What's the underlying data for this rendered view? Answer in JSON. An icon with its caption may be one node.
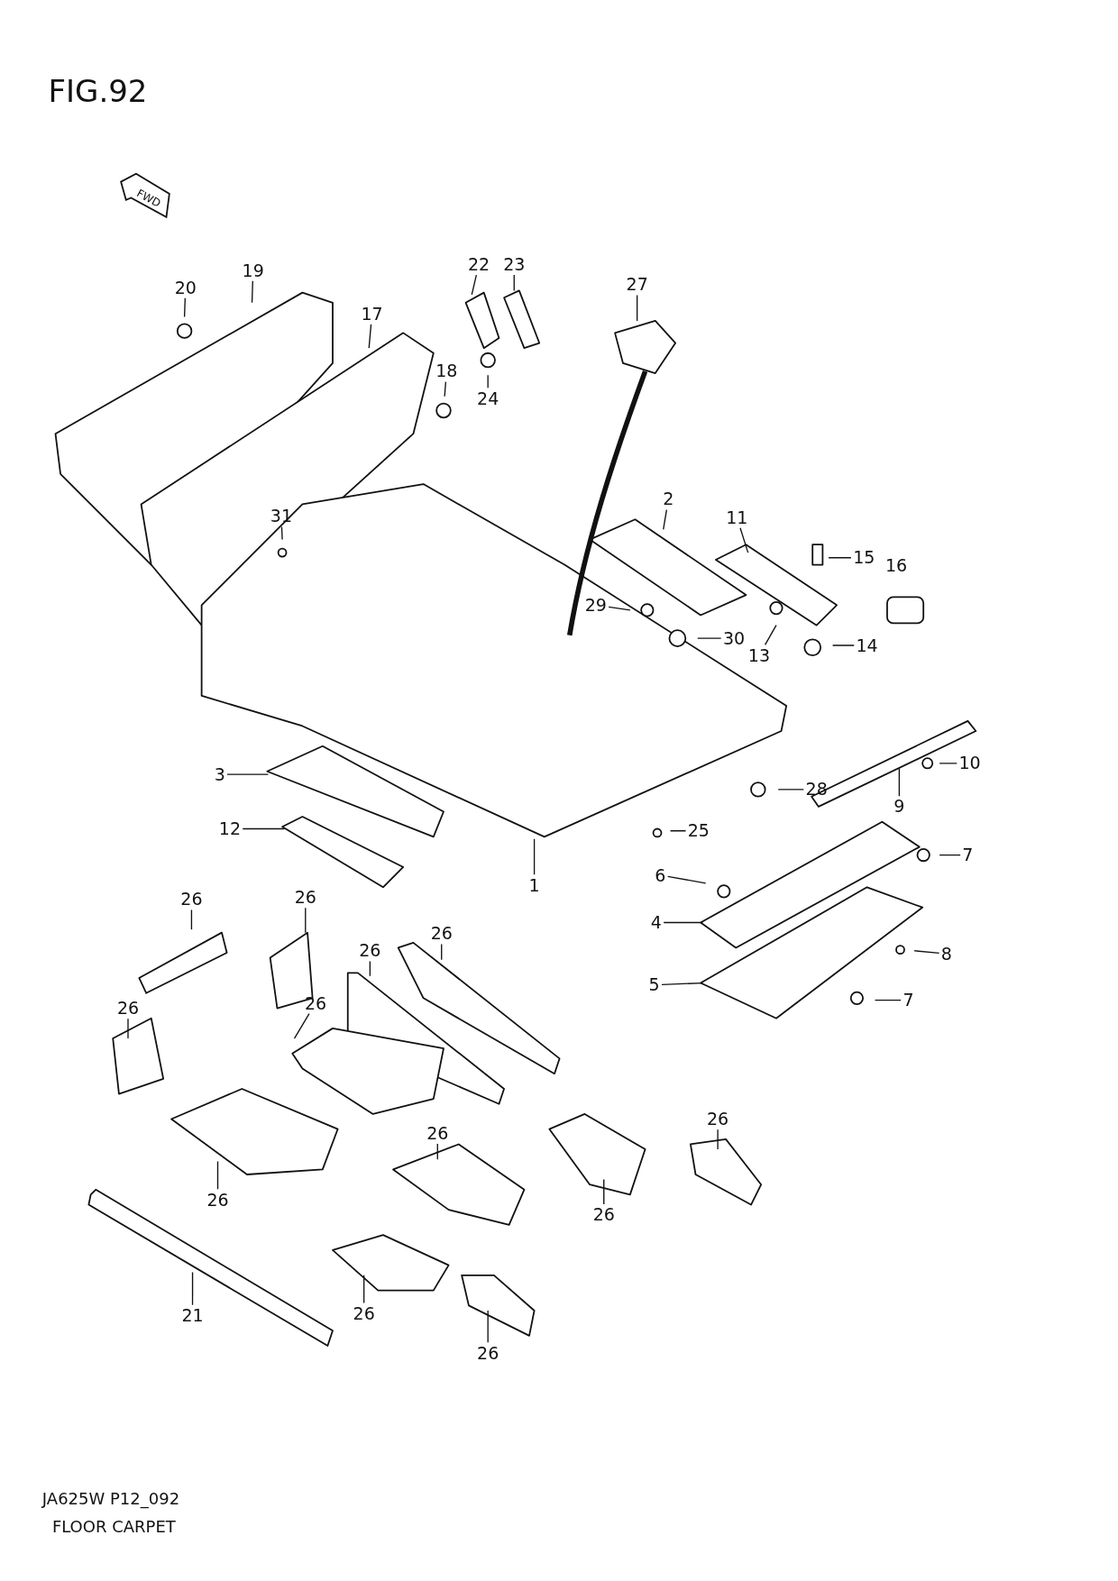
{
  "diagram": {
    "title": "FIG.92",
    "nodes": [
      {
        "text": [
          "22"
        ]
      },
      {
        "text": [
          "23"
        ]
      },
      {
        "text": [
          "19"
        ]
      },
      {
        "text": [
          "27"
        ]
      },
      {
        "text": [
          "20"
        ]
      },
      {
        "text": [
          "17"
        ]
      },
      {
        "text": [
          "18"
        ]
      },
      {
        "text": [
          "24"
        ]
      },
      {
        "text": [
          "2"
        ]
      },
      {
        "text": [
          "31"
        ]
      },
      {
        "text": [
          "11"
        ]
      },
      {
        "text": [
          "15"
        ]
      },
      {
        "text": [
          "29"
        ]
      },
      {
        "text": [
          "30"
        ]
      },
      {
        "text": [
          "14"
        ]
      },
      {
        "text": [
          "13"
        ]
      },
      {
        "text": [
          "10"
        ]
      },
      {
        "text": [
          "3"
        ]
      },
      {
        "text": [
          "28"
        ]
      },
      {
        "text": [
          "9"
        ]
      },
      {
        "text": [
          "12"
        ]
      },
      {
        "text": [
          "25"
        ]
      },
      {
        "text": [
          "7"
        ]
      },
      {
        "text": [
          "6"
        ]
      },
      {
        "text": [
          "1"
        ]
      },
      {
        "text": [
          "26"
        ]
      },
      {
        "text": [
          "26"
        ]
      },
      {
        "text": [
          "4"
        ]
      },
      {
        "text": [
          "26"
        ]
      },
      {
        "text": [
          "26"
        ]
      },
      {
        "text": [
          "8"
        ]
      },
      {
        "text": [
          "5"
        ]
      },
      {
        "text": [
          "7"
        ]
      },
      {
        "text": [
          "26"
        ]
      },
      {
        "text": [
          "26"
        ]
      },
      {
        "text": [
          "26"
        ]
      },
      {
        "text": [
          "26"
        ]
      },
      {
        "text": [
          "26"
        ]
      },
      {
        "text": [
          "26"
        ]
      },
      {
        "text": [
          "26"
        ]
      },
      {
        "text": [
          "21"
        ]
      },
      {
        "text": [
          "26"
        ]
      }
    ],
    "edges": [
      {
        "from": 0,
        "to": null,
        "arrow": "none"
      },
      {
        "from": 1,
        "to": null,
        "arrow": "none"
      },
      {
        "from": 2,
        "to": null,
        "arrow": "none"
      },
      {
        "from": 3,
        "to": null,
        "arrow": "none"
      },
      {
        "from": 4,
        "to": null,
        "arrow": "none"
      },
      {
        "from": 5,
        "to": null,
        "arrow": "none"
      },
      {
        "from": 6,
        "to": null,
        "arrow": "none"
      },
      {
        "from": 7,
        "to": null,
        "arrow": "none"
      },
      {
        "from": 8,
        "to": null,
        "arrow": "none"
      },
      {
        "from": 9,
        "to": null,
        "arrow": "none"
      },
      {
        "from": 10,
        "to": null,
        "arrow": "none"
      },
      {
        "from": 11,
        "to": null,
        "arrow": "none"
      },
      {
        "from": 12,
        "to": null,
        "arrow": "none"
      },
      {
        "from": 13,
        "to": null,
        "arrow": "none"
      },
      {
        "from": 14,
        "to": null,
        "arrow": "none"
      },
      {
        "from": 15,
        "to": null,
        "arrow": "none"
      },
      {
        "from": 16,
        "to": null,
        "arrow": "none"
      },
      {
        "from": 17,
        "to": null,
        "arrow": "none"
      },
      {
        "from": 18,
        "to": null,
        "arrow": "none"
      },
      {
        "from": 19,
        "to": null,
        "arrow": "none"
      },
      {
        "from": 20,
        "to": null,
        "arrow": "none"
      },
      {
        "from": 21,
        "to": null,
        "arrow": "none"
      },
      {
        "from": 22,
        "to": null,
        "arrow": "none"
      },
      {
        "from": 23,
        "to": null,
        "arrow": "none"
      },
      {
        "from": 24,
        "to": null,
        "arrow": "none"
      },
      {
        "from": 25,
        "to": null,
        "arrow": "none"
      },
      {
        "from": 26,
        "to": null,
        "arrow": "none"
      },
      {
        "from": 27,
        "to": null,
        "arrow": "none"
      },
      {
        "from": 28,
        "to": null,
        "arrow": "none"
      },
      {
        "from": 29,
        "to": null,
        "arrow": "none"
      },
      {
        "from": 30,
        "to": null,
        "arrow": "none"
      },
      {
        "from": 31,
        "to": null,
        "arrow": "none"
      },
      {
        "from": 32,
        "to": null,
        "arrow": "none"
      },
      {
        "from": 33,
        "to": null,
        "arrow": "none"
      },
      {
        "from": 34,
        "to": null,
        "arrow": "none"
      },
      {
        "from": 35,
        "to": null,
        "arrow": "none"
      },
      {
        "from": 36,
        "to": null,
        "arrow": "none"
      },
      {
        "from": 37,
        "to": null,
        "arrow": "none"
      },
      {
        "from": 38,
        "to": null,
        "arrow": "none"
      },
      {
        "from": 39,
        "to": null,
        "arrow": "none"
      },
      {
        "from": 40,
        "to": null,
        "arrow": "none"
      },
      {
        "from": 41,
        "to": null,
        "arrow": "none"
      }
    ],
    "labels": [
      "FWD",
      "16",
      "JA625W P12_092",
      "FLOOR CARPET"
    ]
  }
}
